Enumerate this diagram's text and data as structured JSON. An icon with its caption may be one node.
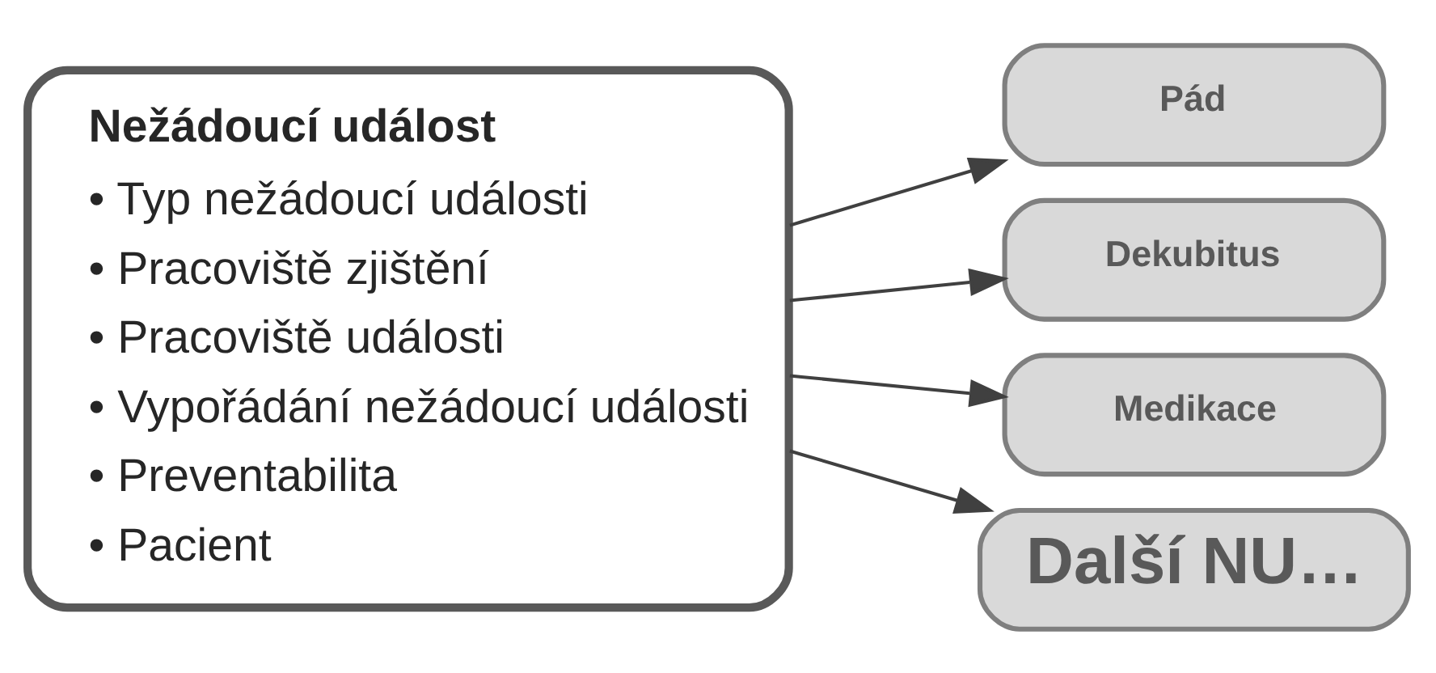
{
  "diagram": {
    "nodes": [
      {
        "text": [
          "Nežádoucí událost",
          "• Typ nežádoucí události",
          "• Pracoviště zjištění",
          "• Pracoviště události",
          "• Vypořádání nežádoucí události",
          "• Preventabilita",
          "• Pacient"
        ]
      },
      {
        "text": [
          "Pád"
        ]
      },
      {
        "text": [
          "Dekubitus"
        ]
      },
      {
        "text": [
          "Medikace"
        ]
      },
      {
        "text": [
          "Další NU…"
        ]
      }
    ],
    "edges": [
      {
        "from": 0,
        "to": 1,
        "arrow": "to"
      },
      {
        "from": 0,
        "to": 2,
        "arrow": "to"
      },
      {
        "from": 0,
        "to": 3,
        "arrow": "to"
      },
      {
        "from": 0,
        "to": 4,
        "arrow": "to"
      }
    ]
  }
}
